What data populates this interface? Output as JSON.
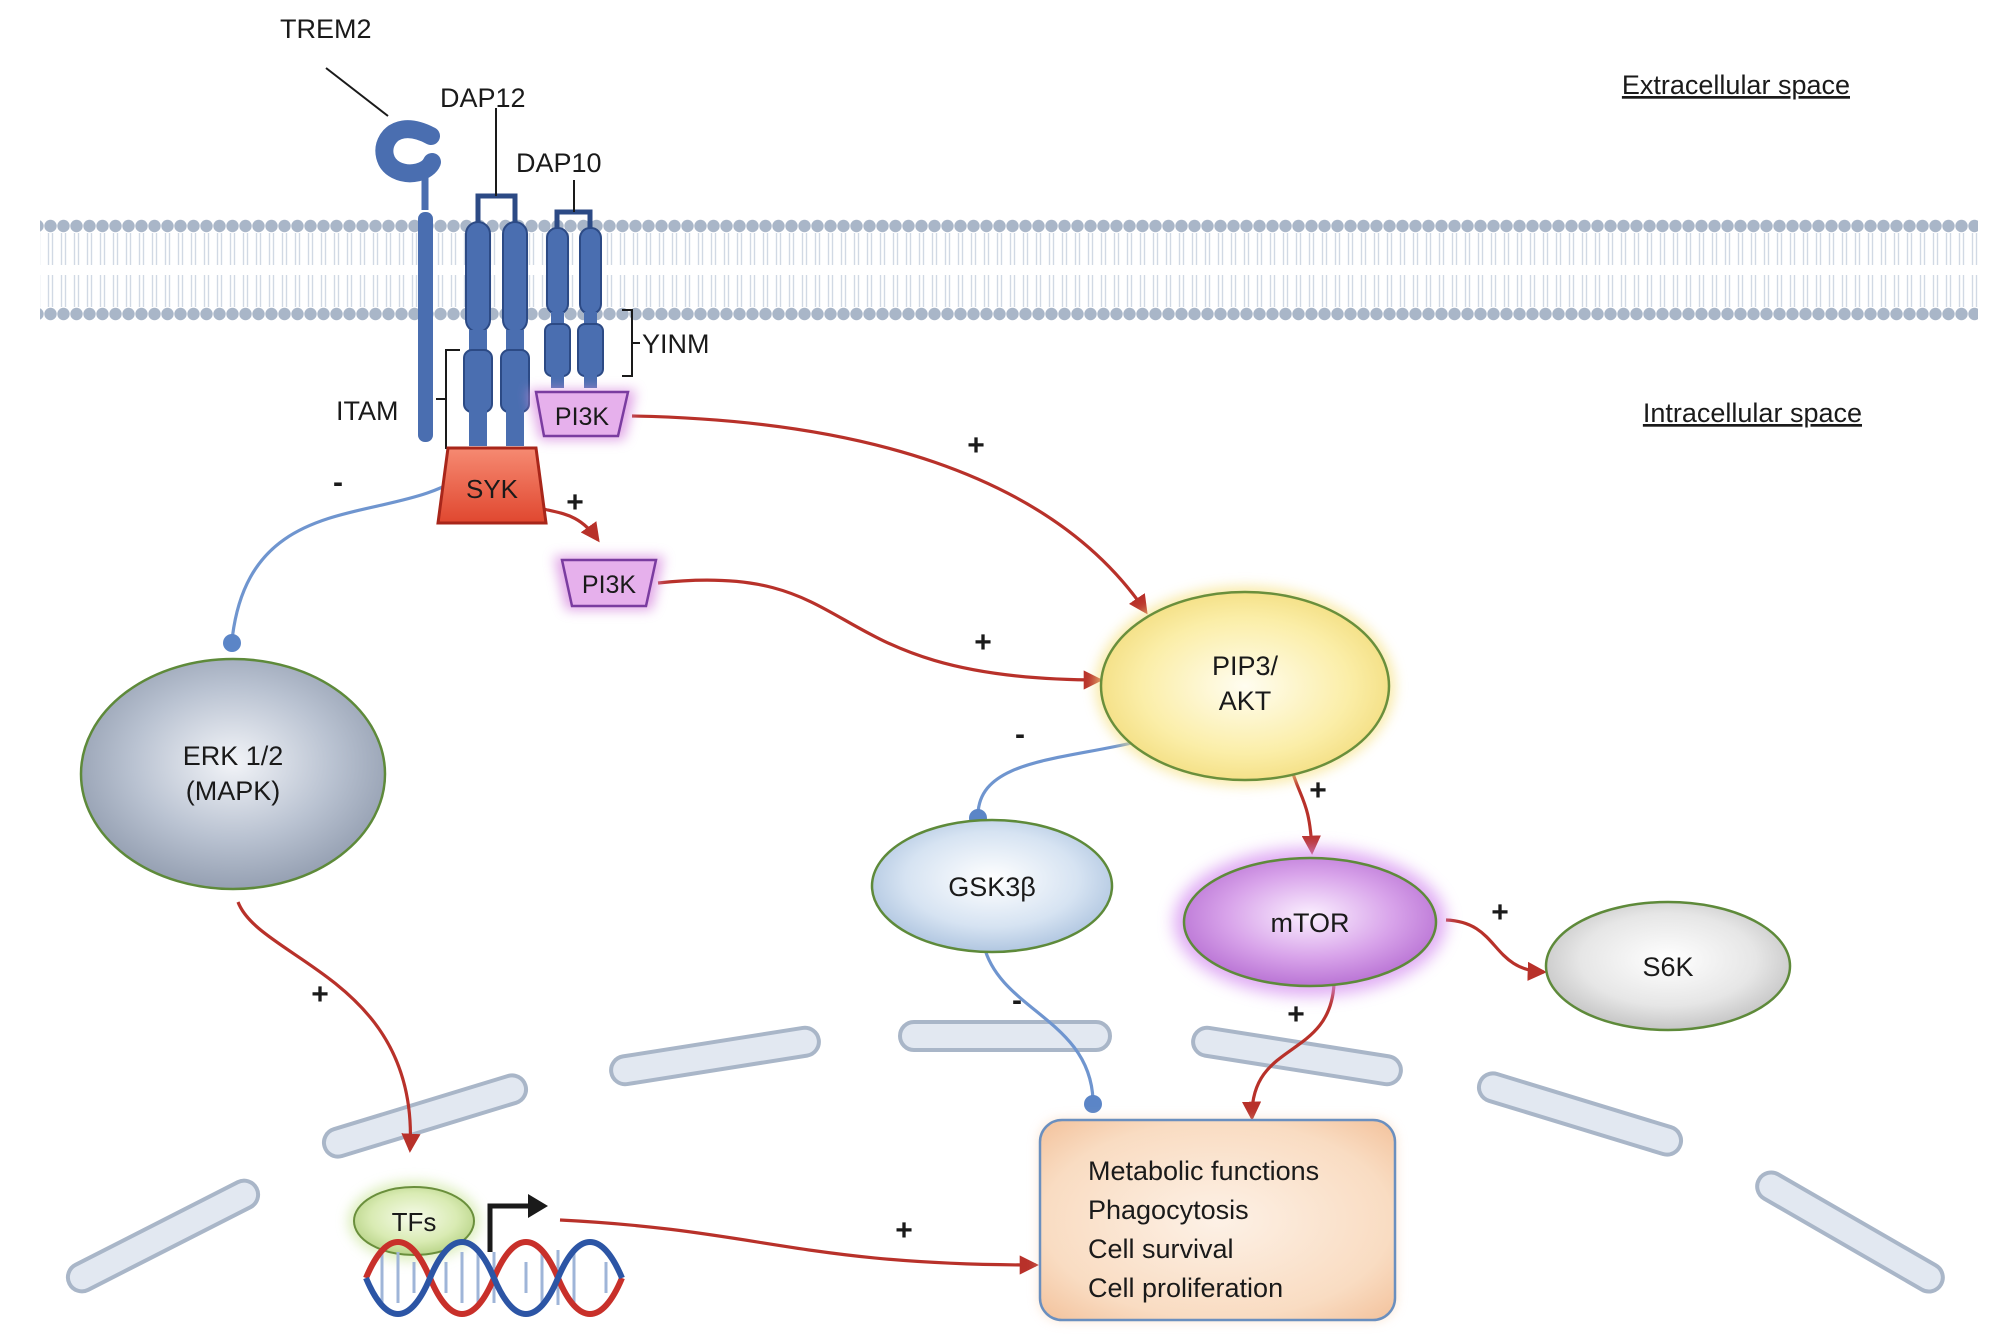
{
  "labels": {
    "extracellular": "Extracellular space",
    "intracellular": "Intracellular space",
    "trem2": "TREM2",
    "dap12": "DAP12",
    "dap10": "DAP10",
    "yinm": "YINM",
    "itam": "ITAM"
  },
  "nodes": {
    "pi3k_top": "PI3K",
    "syk": "SYK",
    "pi3k_bottom": "PI3K",
    "erk_line1": "ERK 1/2",
    "erk_line2": "(MAPK)",
    "pip3_line1": "PIP3/",
    "pip3_line2": "AKT",
    "gsk3b": "GSK3β",
    "mtor": "mTOR",
    "s6k": "S6K",
    "tfs": "TFs"
  },
  "outcomes": [
    "Metabolic functions",
    "Phagocytosis",
    "Cell survival",
    "Cell proliferation"
  ],
  "signs": {
    "syk_erk": "-",
    "pi3k_pip3": "+",
    "syk_pi3k": "+",
    "pi3k2_pip3": "+",
    "pip3_gsk": "-",
    "pip3_mtor": "+",
    "mtor_s6k": "+",
    "erk_tfs": "+",
    "gsk_outcome": "-",
    "mtor_outcome": "+",
    "tfs_outcome": "+"
  },
  "colors": {
    "receptor": "#4a6eb0",
    "activation": "#b8312a",
    "inhibition": "#6f95cf",
    "syk": "#e8553f",
    "pi3k": "#d98fe0",
    "membrane": "#a9b6c8"
  }
}
